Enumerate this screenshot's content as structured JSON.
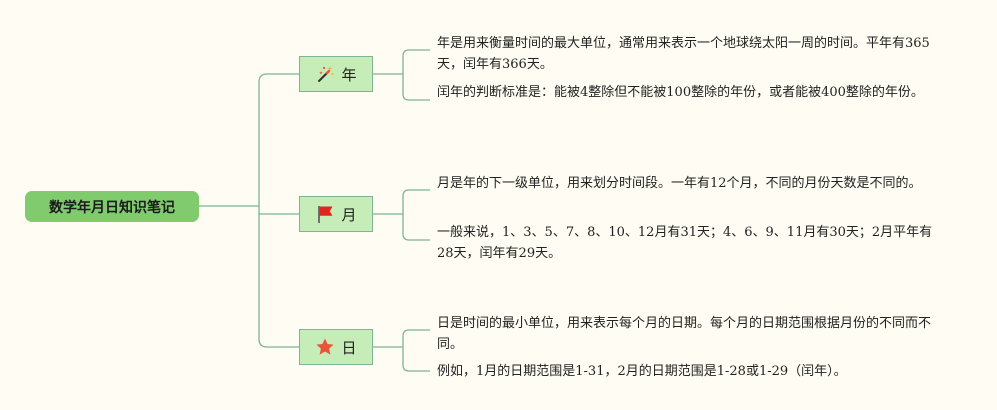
{
  "root": {
    "label": "数学年月日知识笔记"
  },
  "branches": [
    {
      "label": "年",
      "icon": "magic-wand-icon",
      "notes": [
        "年是用来衡量时间的最大单位，通常用来表示一个地球绕太阳一周的时间。平年有365天，闰年有366天。",
        "闰年的判断标准是：能被4整除但不能被100整除的年份，或者能被400整除的年份。"
      ]
    },
    {
      "label": "月",
      "icon": "red-flag-icon",
      "notes": [
        "月是年的下一级单位，用来划分时间段。一年有12个月，不同的月份天数是不同的。",
        "一般来说，1、3、5、7、8、10、12月有31天；4、6、9、11月有30天；2月平年有28天，闰年有29天。"
      ]
    },
    {
      "label": "日",
      "icon": "star-icon",
      "notes": [
        "日是时间的最小单位，用来表示每个月的日期。每个月的日期范围根据月份的不同而不同。",
        "例如，1月的日期范围是1-31，2月的日期范围是1-28或1-29（闰年）。"
      ]
    }
  ],
  "colors": {
    "background": "#fefcf3",
    "root_fill": "#7fcb6e",
    "branch_fill": "#c6ecb8",
    "connector": "#7fb39a",
    "star": "#e8553a",
    "flag": "#e0261f"
  }
}
